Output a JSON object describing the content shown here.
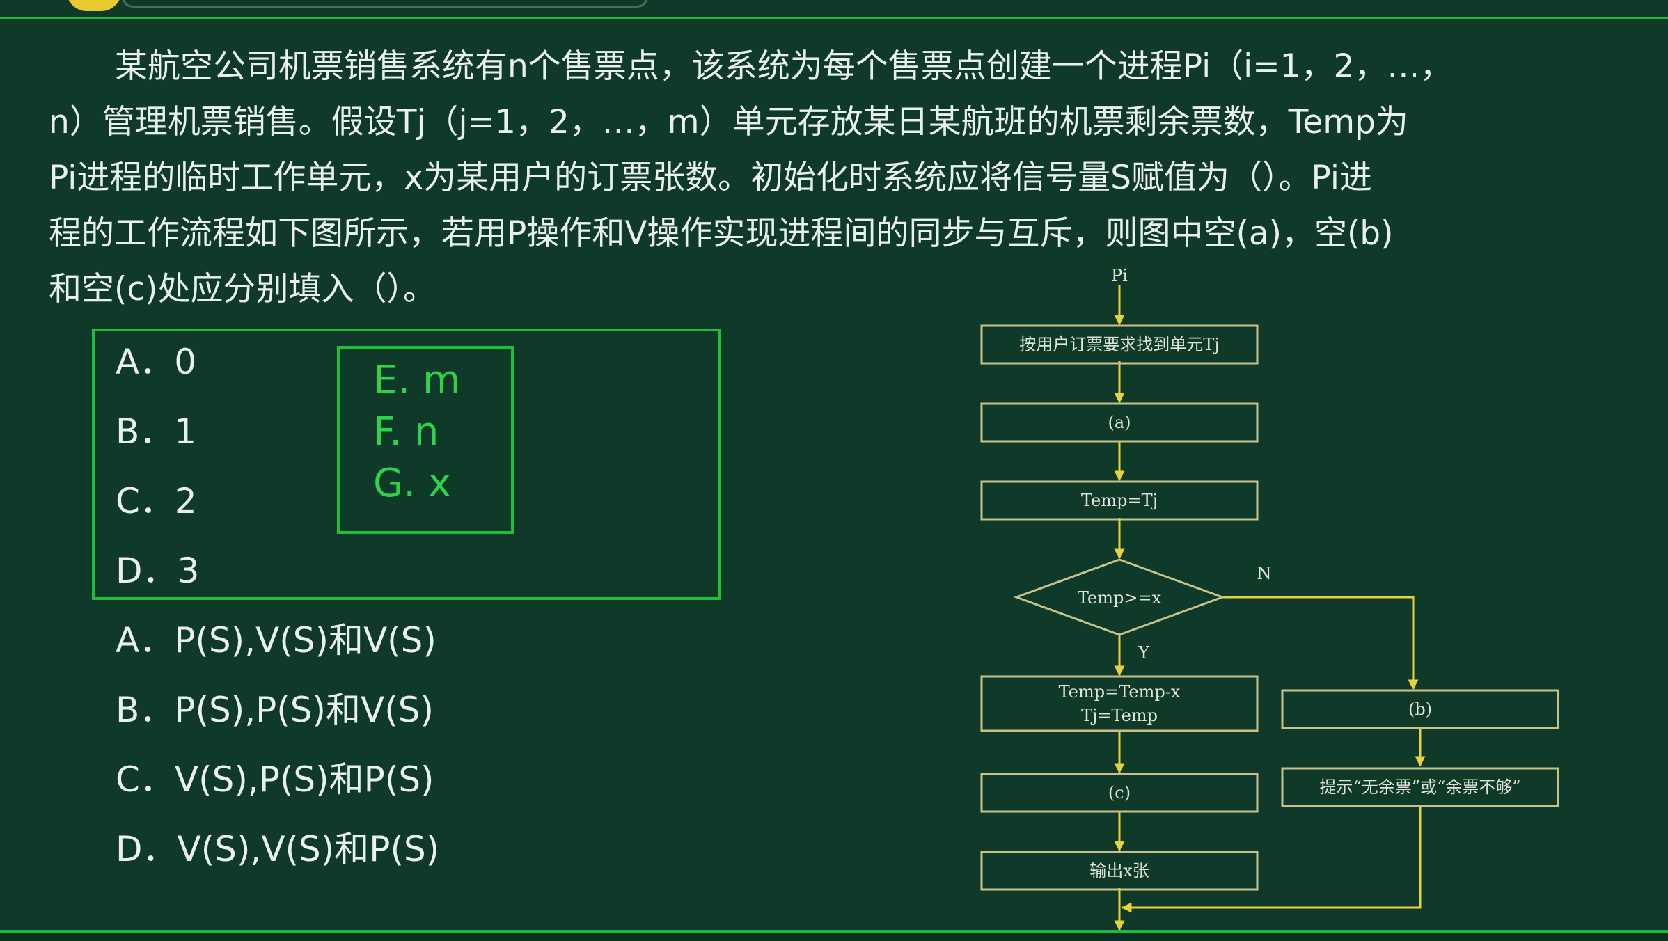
{
  "question": {
    "lines": [
      "某航空公司机票销售系统有n个售票点，该系统为每个售票点创建一个进程Pi（i=1，2，…，",
      "n）管理机票销售。假设Tj（j=1，2，…，m）单元存放某日某航班的机票剩余票数，Temp为",
      "Pi进程的临时工作单元，x为某用户的订票张数。初始化时系统应将信号量S赋值为（）。Pi进",
      "程的工作流程如下图所示，若用P操作和V操作实现进程间的同步与互斥，则图中空(a)，空(b)",
      "和空(c)处应分别填入（）。"
    ]
  },
  "options_s": [
    {
      "label": "A．0"
    },
    {
      "label": "B．1"
    },
    {
      "label": "C．2"
    },
    {
      "label": "D．3"
    }
  ],
  "options_extra": [
    {
      "label": "E. m"
    },
    {
      "label": "F. n"
    },
    {
      "label": "G. x"
    }
  ],
  "options_abc": [
    {
      "label": "A．P(S),V(S)和V(S)"
    },
    {
      "label": "B．P(S),P(S)和V(S)"
    },
    {
      "label": "C．V(S),P(S)和P(S)"
    },
    {
      "label": "D．V(S),V(S)和P(S)"
    }
  ],
  "flowchart": {
    "start": "Pi",
    "step1": "按用户订票要求找到单元Tj",
    "blank_a": "(a)",
    "step3": "Temp=Tj",
    "decision": "Temp>=x",
    "yes_label": "Y",
    "no_label": "N",
    "yes_box_line1": "Temp=Temp-x",
    "yes_box_line2": "Tj=Temp",
    "blank_b": "(b)",
    "blank_c": "(c)",
    "no_msg": "提示“无余票”或“余票不够”",
    "output": "输出x张"
  },
  "colors": {
    "background": "#0f3a2a",
    "frame_green": "#1fbf3a",
    "answer_green": "#2fd34a",
    "flow_line": "#e8d23a",
    "flow_box": "#c7c28a",
    "text": "#eaf1ec"
  }
}
